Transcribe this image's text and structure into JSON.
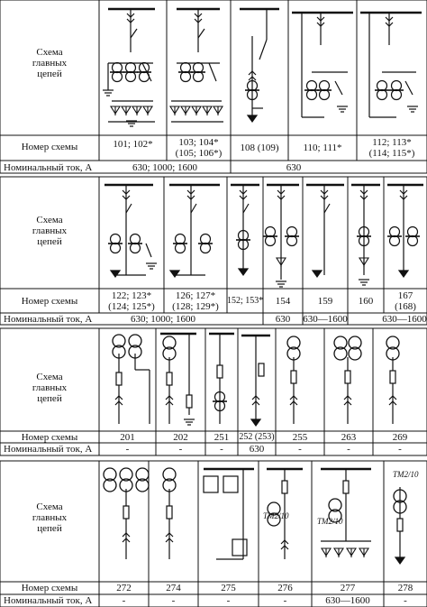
{
  "labels": {
    "scheme_header": [
      "Схема",
      "главных",
      "цепей"
    ],
    "scheme_number": "Номер схемы",
    "rated_current": "Номинальный ток, А",
    "tm_label": "ТМ2/10"
  },
  "sections": [
    {
      "numbers": [
        "101; 102*",
        "103; 104*",
        "(105; 106*)",
        "108 (109)",
        "110; 111*",
        "112; 113*",
        "(114; 115*)"
      ],
      "currents": [
        "630; 1000; 1600",
        "630"
      ]
    },
    {
      "numbers": [
        "122; 123*",
        "(124; 125*)",
        "126; 127*",
        "(128; 129*)",
        "152; 153*",
        "154",
        "159",
        "160",
        "167",
        "(168)"
      ],
      "currents": [
        "630; 1000; 1600",
        "630",
        "630—1600",
        "630—1600"
      ]
    },
    {
      "numbers": [
        "201",
        "202",
        "251",
        "252 (253)",
        "255",
        "263",
        "269"
      ],
      "currents": [
        "-",
        "-",
        "-",
        "630",
        "-",
        "-",
        "-"
      ]
    },
    {
      "numbers": [
        "272",
        "274",
        "275",
        "276",
        "277",
        "278"
      ],
      "currents": [
        "-",
        "-",
        "-",
        "-",
        "630—1600",
        "-"
      ]
    }
  ],
  "icons": [
    "disconnector-symbol",
    "current-transformer-symbol",
    "power-transformer-symbol",
    "fuse-symbol",
    "ground-symbol",
    "cable-arrow-symbol",
    "surge-arrester-symbol"
  ]
}
